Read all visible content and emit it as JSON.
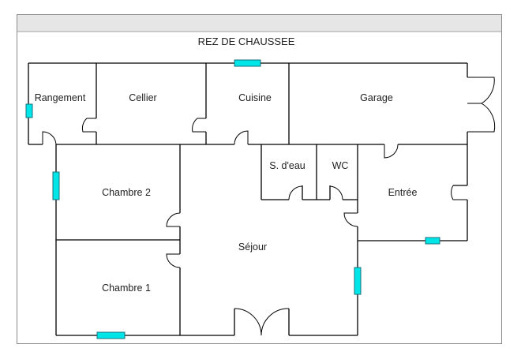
{
  "title": "REZ DE CHAUSSEE",
  "rooms": {
    "rangement": "Rangement",
    "cellier": "Cellier",
    "cuisine": "Cuisine",
    "garage": "Garage",
    "salle_eau": "S. d'eau",
    "wc": "WC",
    "chambre2": "Chambre 2",
    "entree": "Entrée",
    "sejour": "Séjour",
    "chambre1": "Chambre 1"
  },
  "colors": {
    "window": "#00e5e8",
    "header": "#e6e6e6",
    "frame": "#8c8c8c"
  }
}
